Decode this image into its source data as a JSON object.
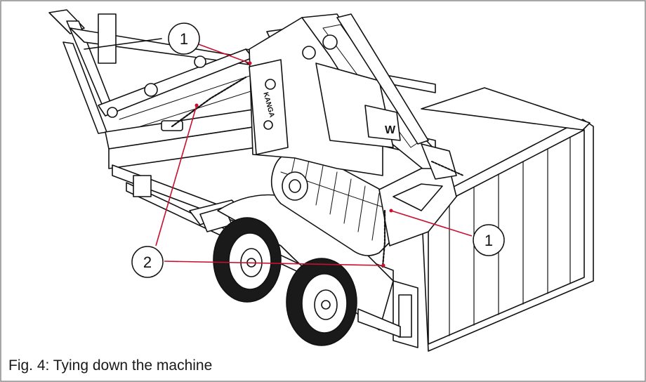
{
  "figure": {
    "caption": "Fig. 4: Tying down the machine",
    "callouts": [
      {
        "id": "callout-1-top",
        "label": "1"
      },
      {
        "id": "callout-1-right",
        "label": "1"
      },
      {
        "id": "callout-2",
        "label": "2"
      }
    ],
    "colors": {
      "callout_line": "#c8102e",
      "line_art": "#111111",
      "frame": "#8a8a8a"
    },
    "logo_text": "KANGA"
  }
}
